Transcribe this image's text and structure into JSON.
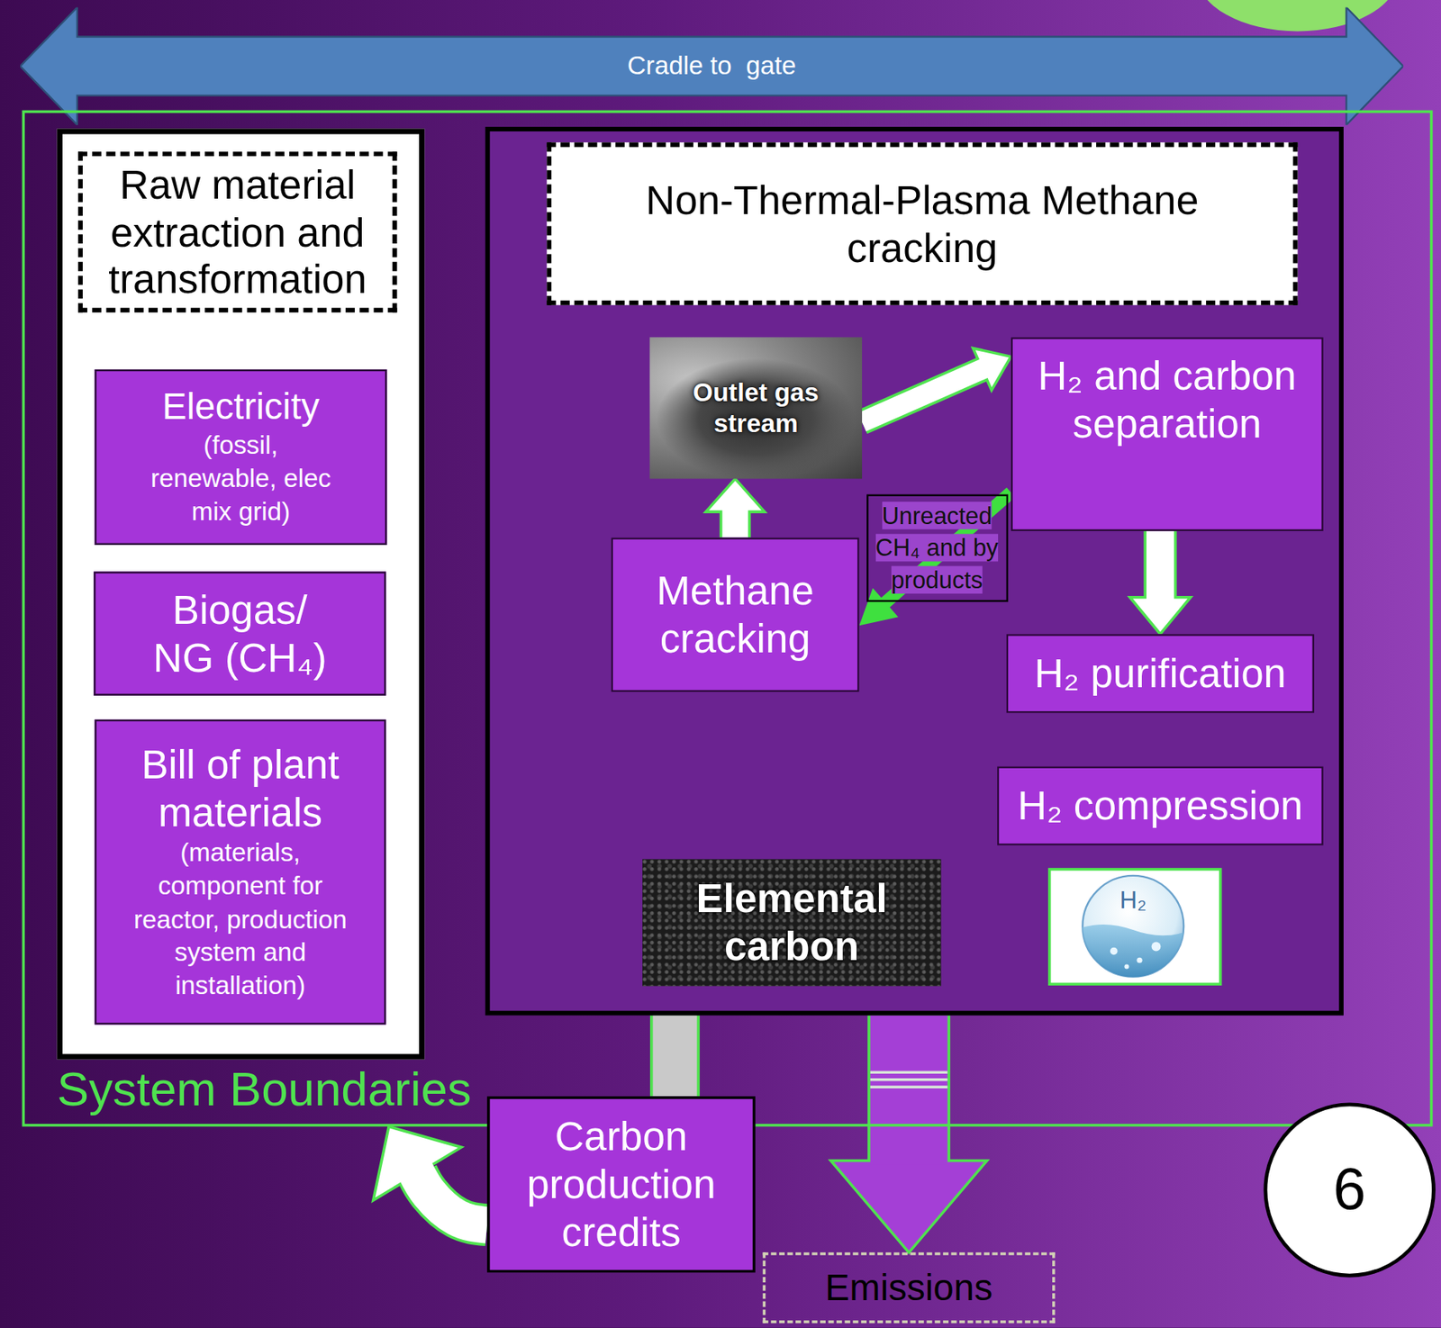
{
  "diagram": {
    "nodes": [
      {
        "text": [
          "Cradle to  gate"
        ]
      },
      {
        "text": [
          "System Boundaries"
        ]
      },
      {
        "text": [
          "Raw material extraction and transformation"
        ],
        "in": 1
      },
      {
        "text": [
          "Electricity",
          "(fossil, renewable, elec mix grid)"
        ],
        "in": 2
      },
      {
        "text": [
          "Biogas/ NG (CH₄)"
        ],
        "in": 2
      },
      {
        "text": [
          "Bill of plant materials",
          "(materials, component for reactor, production system and installation)"
        ],
        "in": 2
      },
      {
        "text": [
          "Non-Thermal-Plasma Methane cracking"
        ],
        "in": 1
      },
      {
        "text": [
          "Outlet gas stream"
        ],
        "in": 6
      },
      {
        "text": [
          "H₂ and carbon separation"
        ],
        "in": 6
      },
      {
        "text": [
          "Methane cracking"
        ],
        "in": 6
      },
      {
        "text": [
          "H₂ purification"
        ],
        "in": 6
      },
      {
        "text": [
          "H₂ compression"
        ],
        "in": 6
      },
      {
        "text": [
          "Elemental carbon"
        ],
        "in": 6
      },
      {
        "text": [
          "Carbon production credits"
        ]
      },
      {
        "text": [
          "Emissions"
        ]
      },
      {
        "text": [
          "6"
        ]
      }
    ],
    "edges": [
      {
        "from": 9,
        "to": 7,
        "arrow": "to"
      },
      {
        "from": 7,
        "to": 8,
        "arrow": "to"
      },
      {
        "from": 8,
        "to": 9,
        "label": "Unreacted CH₄ and by products",
        "arrow": "to"
      },
      {
        "from": 8,
        "to": 10,
        "arrow": "to"
      },
      {
        "from": 6,
        "to": 13,
        "arrow": "none"
      },
      {
        "from": 13,
        "to": 1,
        "arrow": "to"
      },
      {
        "from": 6,
        "to": 14,
        "arrow": "to"
      }
    ],
    "labels": [
      "H₂"
    ]
  }
}
